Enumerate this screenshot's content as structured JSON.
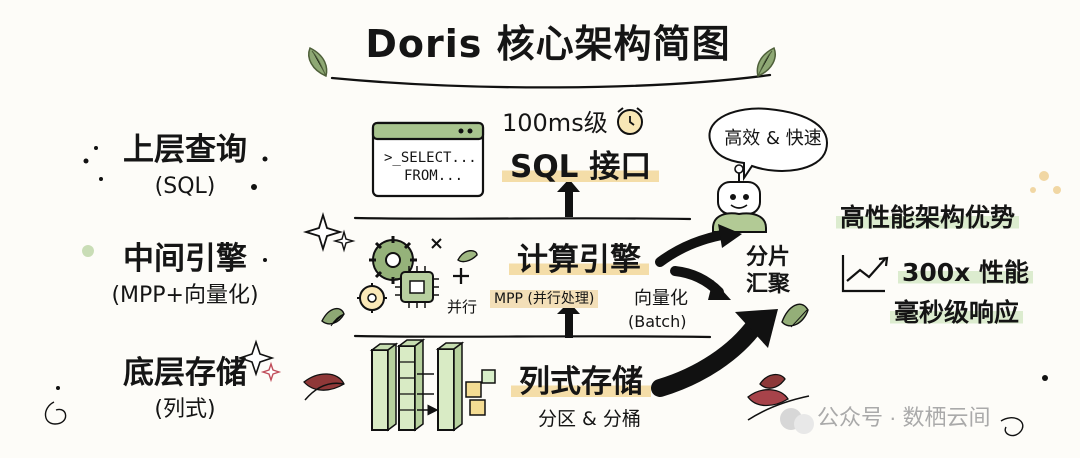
{
  "title": "Doris 核心架构简图",
  "layers": [
    {
      "main": "上层查询",
      "sub": "(SQL)"
    },
    {
      "main": "中间引擎",
      "sub": "(MPP+向量化)"
    },
    {
      "main": "底层存储",
      "sub": "(列式)"
    }
  ],
  "center": {
    "latency": "100ms级",
    "terminal_lines": [
      ">_SELECT...",
      "FROM..."
    ],
    "sql_label": "SQL 接口",
    "compute_label": "计算引擎",
    "parallel_label": "并行",
    "mpp_tag": "MPP (并行处理)",
    "vector_label": "向量化",
    "batch_label": "(Batch)",
    "storage_label": "列式存储",
    "partition_label": "分区 & 分桶"
  },
  "robot": {
    "speech": "高效 & 快速",
    "shard_line1": "分片",
    "shard_line2": "汇聚"
  },
  "advantages": {
    "title": "高性能架构优势",
    "perf": "300x 性能",
    "latency": "毫秒级响应"
  },
  "watermark": "公众号 · 数栖云间",
  "colors": {
    "ink": "#151515",
    "yellow_highlight": "#f4dda8",
    "green_highlight": "#dceccf",
    "leaf_green": "#7f9a5f",
    "leaf_red": "#8b3535"
  },
  "icons": [
    "leaf-icon",
    "terminal-icon",
    "alarm-clock-icon",
    "robot-icon",
    "gear-icon",
    "chip-icon",
    "sparkle-icon",
    "trend-chart-icon",
    "column-bars-icon",
    "cube-icon",
    "wechat-icon"
  ]
}
